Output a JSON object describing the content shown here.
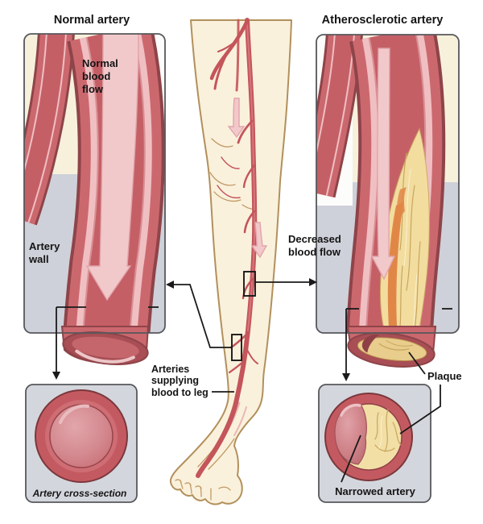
{
  "diagram": {
    "left_panel": {
      "title": "Normal artery",
      "flow_label_lines": [
        "Normal",
        "blood",
        "flow"
      ],
      "wall_label_lines": [
        "Artery",
        "wall"
      ]
    },
    "right_panel": {
      "title": "Atherosclerotic artery",
      "flow_label_lines": [
        "Decreased",
        "blood flow"
      ],
      "plaque_label": "Plaque"
    },
    "center": {
      "leg_label_lines": [
        "Arteries",
        "supplying",
        "blood to leg"
      ]
    },
    "bottom_left_panel": {
      "caption": "Artery cross-section"
    },
    "bottom_right_panel": {
      "caption": "Narrowed artery"
    },
    "colors": {
      "artery_wall_red": "#cb686e",
      "artery_lumen_red": "#c55f66",
      "artery_lining_pink": "#f0bfc2",
      "artery_outline_dark": "#8e4449",
      "flow_arrow_pink": "#f2c9cb",
      "plaque_yellow": "#f2dd9f",
      "plaque_orange": "#e08748",
      "cross_section_lumen": "#cf8288",
      "skin": "#faf1dc",
      "skin_outline": "#b2905c",
      "panel_gray": "#ced1d9",
      "panel_cream": "#f7f1dc",
      "annotation_black": "#1a1a1a"
    }
  }
}
